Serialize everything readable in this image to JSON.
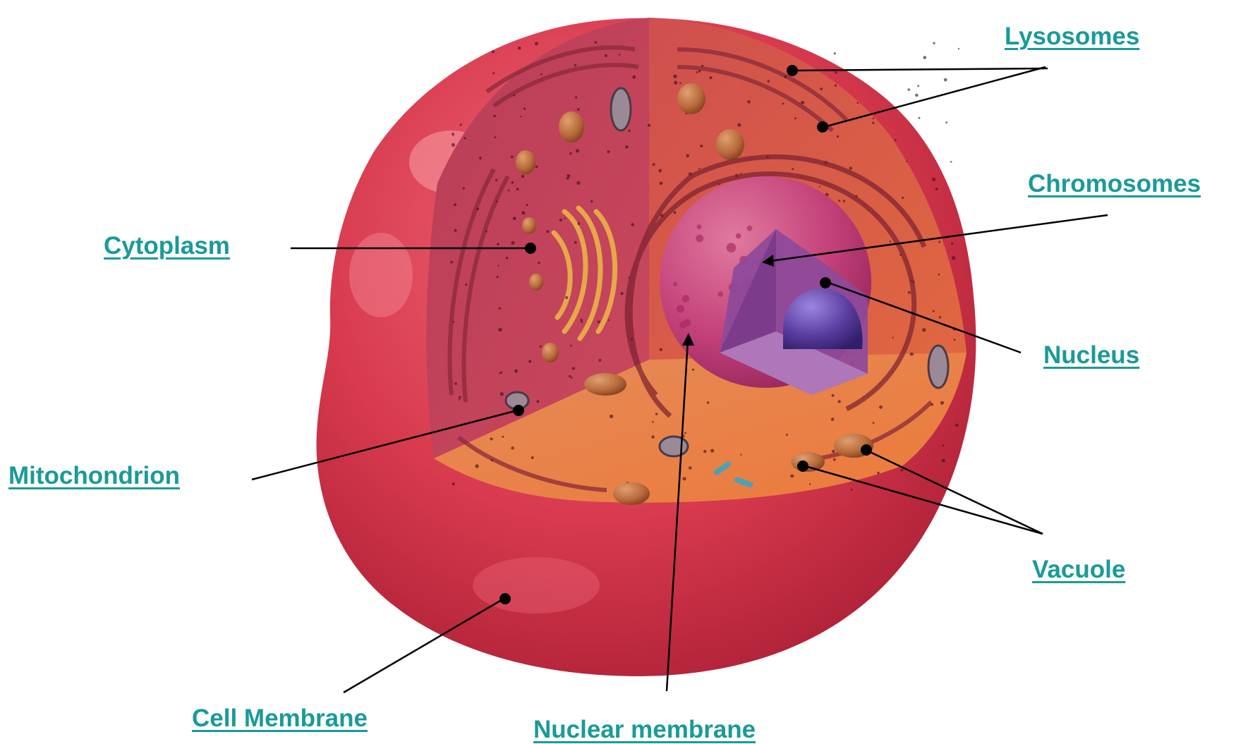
{
  "labels": {
    "lysosomes": "Lysosomes",
    "chromosomes": "Chromosomes",
    "cytoplasm": "Cytoplasm",
    "nucleus": "Nucleus",
    "mitochondrion": "Mitochondrion",
    "vacuole": "Vacuole",
    "cell_membrane": "Cell Membrane",
    "nuclear_membrane": "Nuclear membrane"
  },
  "colors": {
    "label_text": "#1a9a99",
    "leader_line": "#000000",
    "cell_membrane": "#d83a4e",
    "cytoplasm": "#c9475a",
    "cytoplasm_floor": "#e8783e",
    "nucleus": "#c23f78",
    "nucleolus": "#5a3c9e",
    "chromatin": "#8d4a9a",
    "organelle": "#b86a3a"
  }
}
